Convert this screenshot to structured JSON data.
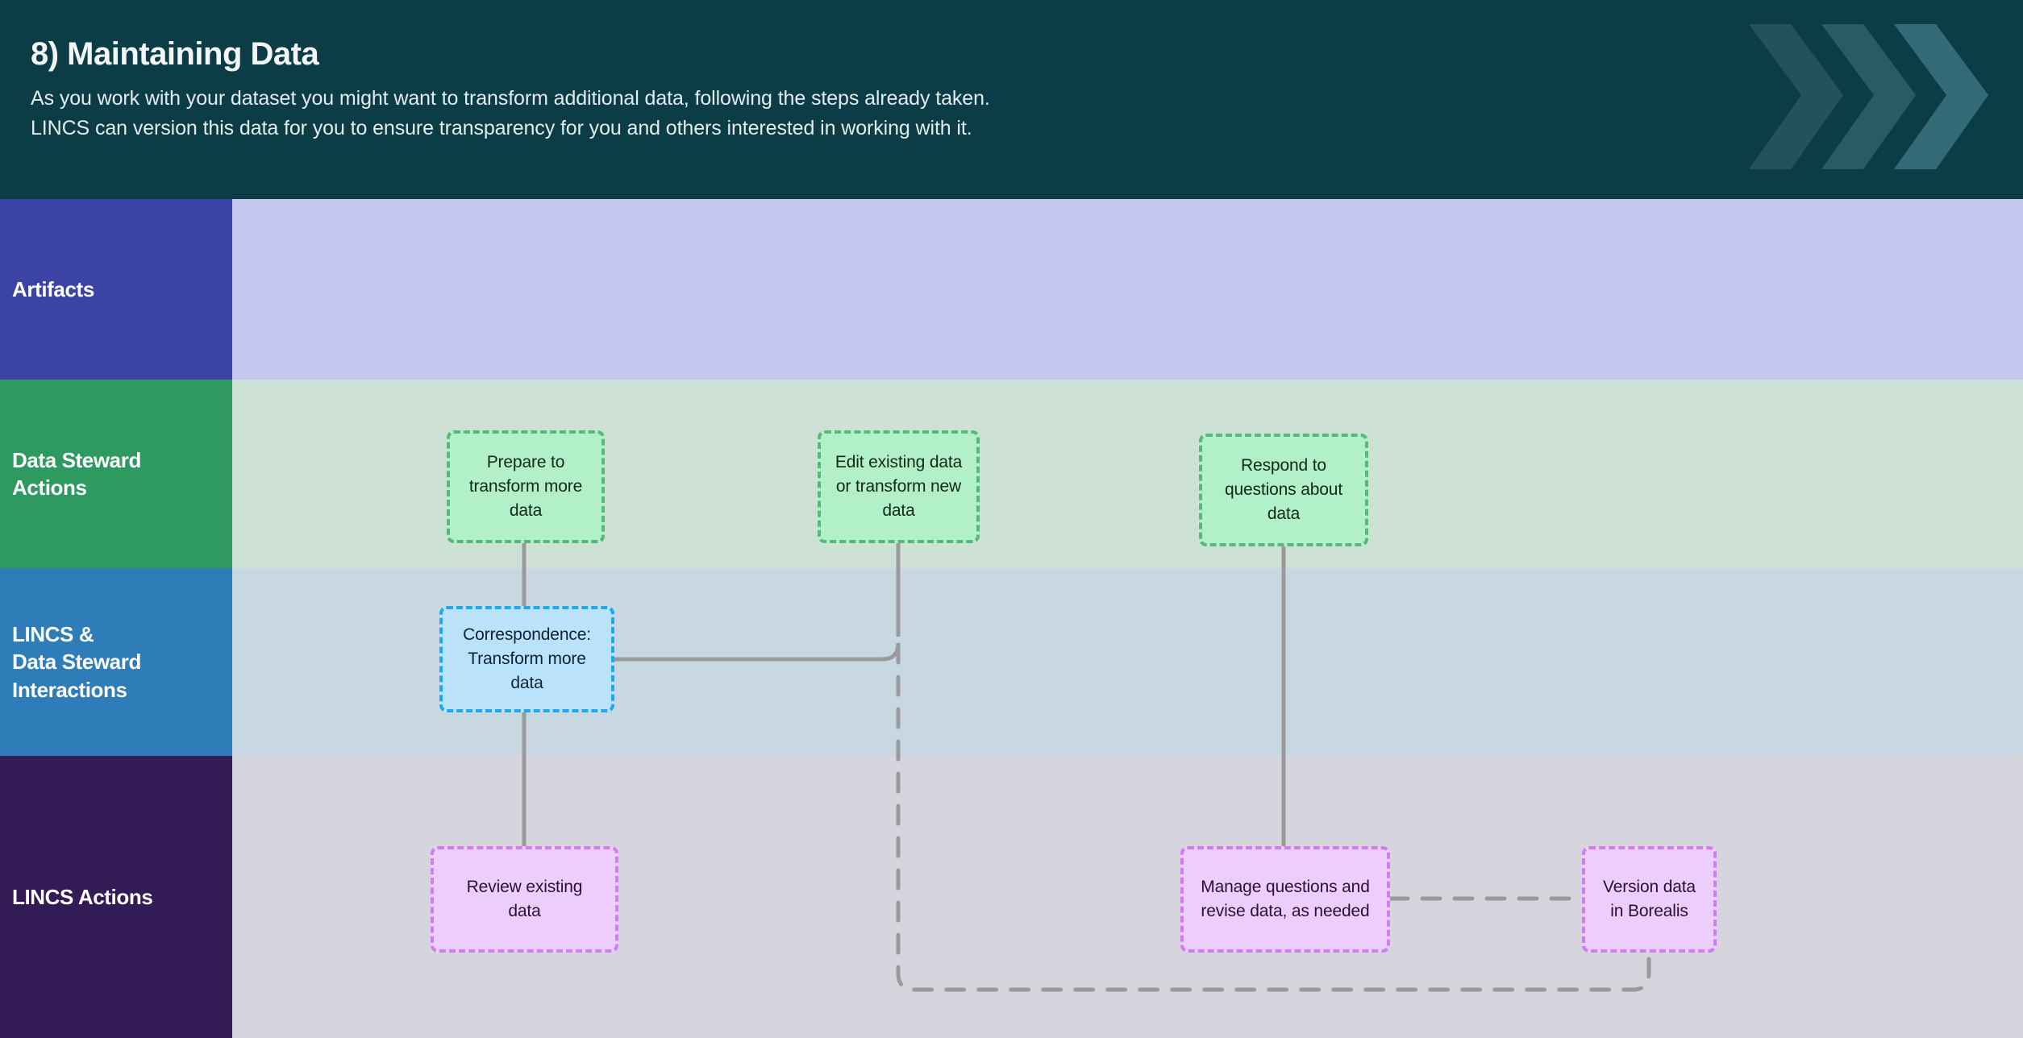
{
  "header": {
    "title": "8) Maintaining Data",
    "subtitle_line1": "As you work with your dataset you might want to transform additional data, following the steps already taken.",
    "subtitle_line2": "LINCS can version this data for you to ensure transparency for you and others interested in working with it.",
    "decoration": "triple-chevron-right",
    "bg_color": "#0c3d47"
  },
  "lanes": [
    {
      "key": "artifacts",
      "label": "Artifacts",
      "header_color": "#3b43a4",
      "body_color": "#c6c9ef"
    },
    {
      "key": "data_steward_actions",
      "label": "Data Steward\nActions",
      "header_color": "#2e9a5f",
      "body_color": "#cde2d4"
    },
    {
      "key": "lincs_data_steward_interactions",
      "label": "LINCS &\nData Steward\nInteractions",
      "header_color": "#2e7cb8",
      "body_color": "#c7d8e3"
    },
    {
      "key": "lincs_actions",
      "label": "LINCS Actions",
      "header_color": "#331c56",
      "body_color": "#d6d4dc"
    }
  ],
  "nodes": {
    "prepare_transform": {
      "label": "Prepare to\ntransform more\ndata",
      "lane": "data_steward_actions",
      "color": "#b2f0c8",
      "border": "#58b87c"
    },
    "edit_existing": {
      "label": "Edit existing data\nor transform new\ndata",
      "lane": "data_steward_actions",
      "color": "#b2f0c8",
      "border": "#58b87c"
    },
    "respond_questions": {
      "label": "Respond to\nquestions about\ndata",
      "lane": "data_steward_actions",
      "color": "#b2f0c8",
      "border": "#58b87c"
    },
    "correspondence": {
      "label": "Correspondence:\nTransform more\ndata",
      "lane": "lincs_data_steward_interactions",
      "color": "#bae2fb",
      "border": "#1fa7ef"
    },
    "review_existing": {
      "label": "Review existing\ndata",
      "lane": "lincs_actions",
      "color": "#eccdfb",
      "border": "#d07df0"
    },
    "manage_questions": {
      "label": "Manage questions and\nrevise data, as needed",
      "lane": "lincs_actions",
      "color": "#eccdfb",
      "border": "#d07df0"
    },
    "version_borealis": {
      "label": "Version data\nin Borealis",
      "lane": "lincs_actions",
      "color": "#eccdfb",
      "border": "#d07df0"
    }
  },
  "connectors": [
    {
      "from": "prepare_transform",
      "to": "correspondence",
      "style": "solid"
    },
    {
      "from": "correspondence",
      "to": "review_existing",
      "style": "solid"
    },
    {
      "from": "correspondence",
      "to": "edit_existing_downline",
      "style": "solid"
    },
    {
      "from": "edit_existing",
      "to": "junction",
      "style": "solid"
    },
    {
      "from": "junction",
      "to": "version_borealis",
      "style": "dashed"
    },
    {
      "from": "respond_questions",
      "to": "manage_questions",
      "style": "solid"
    },
    {
      "from": "manage_questions",
      "to": "version_borealis",
      "style": "dashed"
    }
  ],
  "connector_color": "#9a9a9e"
}
